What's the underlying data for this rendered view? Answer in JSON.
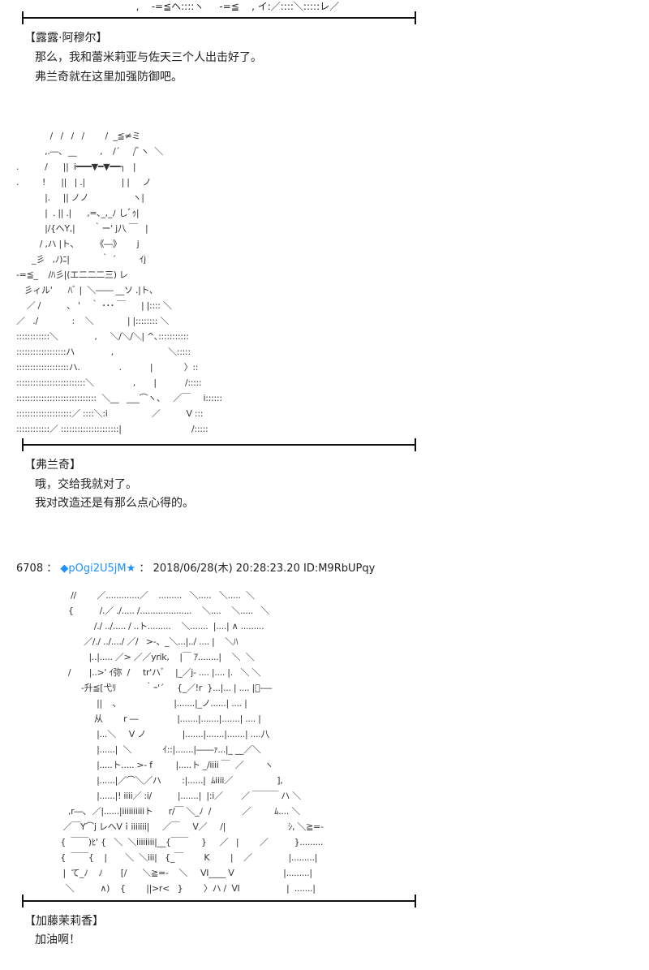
{
  "top_art": [
    "  ,    ‐=≦ヘ::::ヽ     ‐=≦    , イ:／::::＼:::::レ／"
  ],
  "post1": {
    "speaker": "【露露·阿穆尔】",
    "lines": [
      "那么，我和蕾米莉亚与佐天三个人出击好了。",
      "弗兰奇就在这里加强防御吧。"
    ],
    "art": [
      "             /   /   /   /        /  _≦≠ミ",
      "           ,.―､  __         ,    /´     /ﾞヽ  ＼",
      ".          /      ||  i━━━▼━▼━━┐   |",
      ".         !      ||   | .|              | |     ノ",
      "           |.     || ノノ                 ヽ|",
      "           |  . || .|      ,=､_,_ﾉ しﾞｩ|",
      "           |/{ヘY,|       ｀ー' j八 ￣   |",
      "         / ,ハ |ト､        《―》      j",
      "      _彡   ,ﾉ)ﾆ|            ｀ ´         ｲj",
      "‐=≦_    /ﾊ彡|(エ二二二三) レ",
      "   彡ィル'      ﾊﾞ |  ＼―― __ソ .|ト､",
      "    ／ /          、 '    ｀ ･･･ ￣      | |:::: ＼",
      "／   ./             :    ＼             | |:::::::: ＼",
      "::::::::::::＼              ,     ＼/＼/＼| ^､:::::::::::",
      "::::::::::::::::::ハ              ,                     ＼:::::",
      ":::::::::::::::::::ハ.               .           |            〉::",
      ":::::::::::::::::::::::::＼               ,       |           /:::::",
      ":::::::::::::::::::::::::::::  ＼__   ___⌒ヽ、   ／￣     i::::::",
      "::::::::::::::::::::／ ::::＼:i                 ／          V :::",
      "::::::::::::／ :::::::::::::::::::::|                           /:::::"
    ]
  },
  "post2": {
    "speaker": "【弗兰奇】",
    "lines": [
      "哦，交给我就对了。",
      "我对改造还是有那么点心得的。"
    ]
  },
  "post_header": {
    "number": "6708",
    "sep": "：",
    "trip": "◆pOgi2U5jM",
    "star": "★",
    "sep2": "：",
    "datetime": "2018/06/28(木) 20:28:23.20",
    "id": "ID:M9RbUPqy",
    "trip_color": "#1e90ff"
  },
  "art2": [
    "                     //        ／.............／    .........   ＼.....   ＼.....  ＼",
    "                    {          /.／ ./..... /....................    ＼....    ＼.....   ＼",
    "                              /./ ../..... / ..ト.........    ＼.......  |....| ∧ .........",
    "                          ／/./ ../..../ ／/   >-、_＼...|../ .... |    ＼ﾊ",
    "                            |..|..... ／> ／／yrik,    |￣ ｱ........|    ＼  ＼",
    "                    /       |..>' ｲ弥  /     tr'ハﾞ    |_／j- .... |.... |.   ＼ ＼",
    "                         ‐升≦[弋ﾘ           ｀ｰ'´     {_／!r  }...|... | .... |ﾞ‐―",
    "                               ||    ､                      |.......|_ノ......| .... |",
    "                              从        r ―               |.......|.......|.......| .... |",
    "                               |...＼     V ノ              |.......|.......|.......| ....八",
    "                               |......|  ＼            ｲ::|.......|――ｧ...|_ __／＼",
    "                               |.....ト..... >‐ f         |.....ト _/iiii ￣  ／        ヽ",
    "                               |......|／⌒＼／ハ        :|......|  ﾑiiii／                 ],",
    "                               |......|! iiii／ :i/          |.......|  |:i／       ／ ￣￣￣ ハ ＼",
    "                    ,r―､  ／|......|iiiiiiiiiiト      r/￣ ＼_ﾉ  /            ／         ﾑ.... ＼",
    "                  ／￣Y⌒j レへVｉiiiiiii|     ／￣     V／     /|                        ｼ, ＼≧=‐",
    "                 {  ￣￣)ﾋ' {   ＼  ＼iiiiiiii|__{￣￣     }     ／   |        ／          }.........",
    "                 {  ￣￣{    |       ＼  ＼iii|   {_￣        K        |    ／              |.........|",
    "                  |  て_ﾉ    ﾉ       [/      ＼≧=‐    ＼     VI____ V                   |.........|",
    "                   ＼          ∧)    {        ||>r<   }        〉ハ /  VI                  |  .......|"
  ],
  "post3": {
    "speaker": "【加藤茉莉香】",
    "lines": [
      "加油啊！"
    ]
  }
}
